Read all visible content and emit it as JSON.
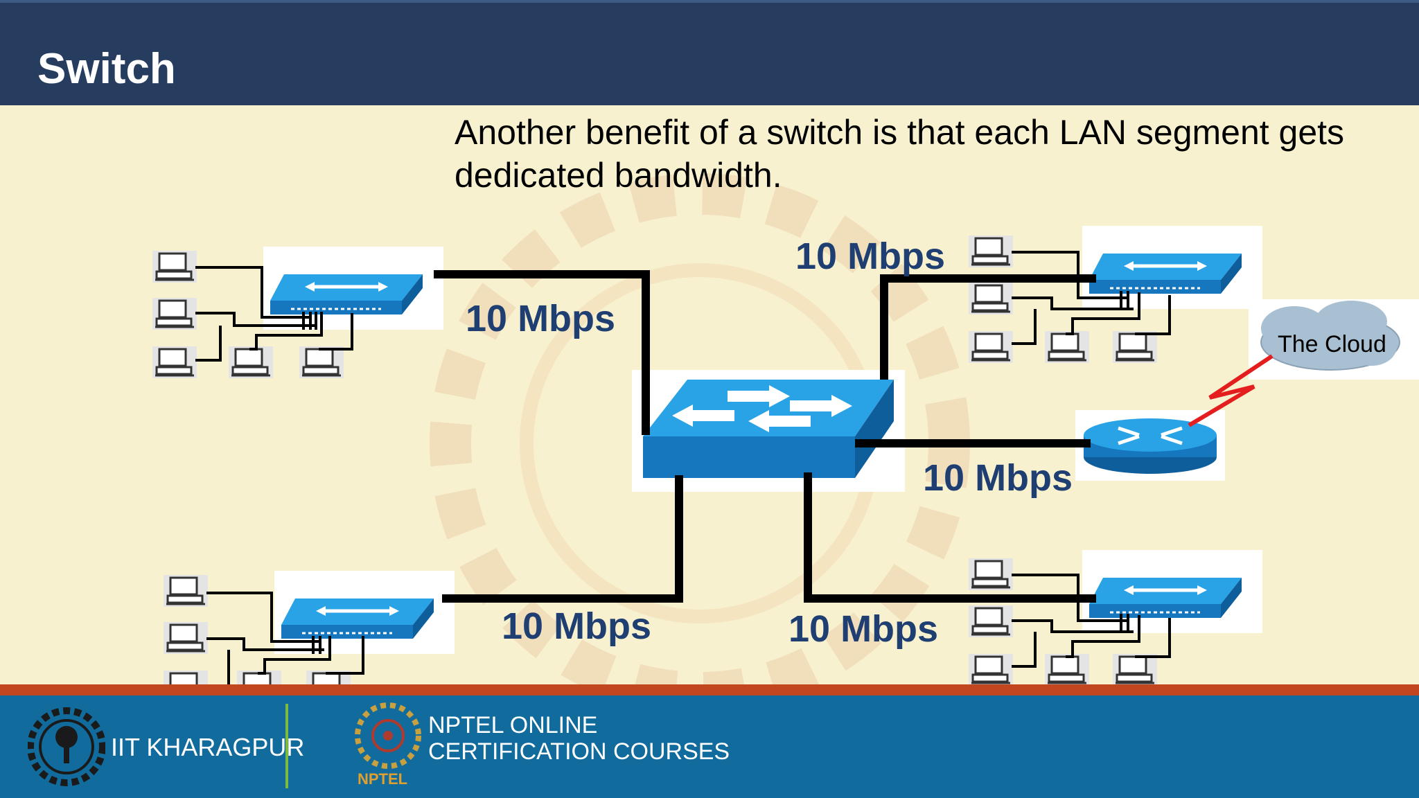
{
  "slide": {
    "title": "Switch",
    "body": "Another benefit of a switch is that each LAN segment gets dedicated bandwidth."
  },
  "diagram": {
    "link_labels": [
      "10 Mbps",
      "10 Mbps",
      "10 Mbps",
      "10 Mbps",
      "10 Mbps"
    ],
    "cloud_label": "The Cloud"
  },
  "footer": {
    "institute": "IIT KHARAGPUR",
    "course_line1": "NPTEL ONLINE",
    "course_line2": "CERTIFICATION COURSES",
    "nptel_mark": "NPTEL"
  },
  "colors": {
    "header": "#263d60",
    "label": "#1f3f72",
    "switch": "#1f8fd6",
    "footer": "#116c9d",
    "strip": "#c2461e"
  }
}
